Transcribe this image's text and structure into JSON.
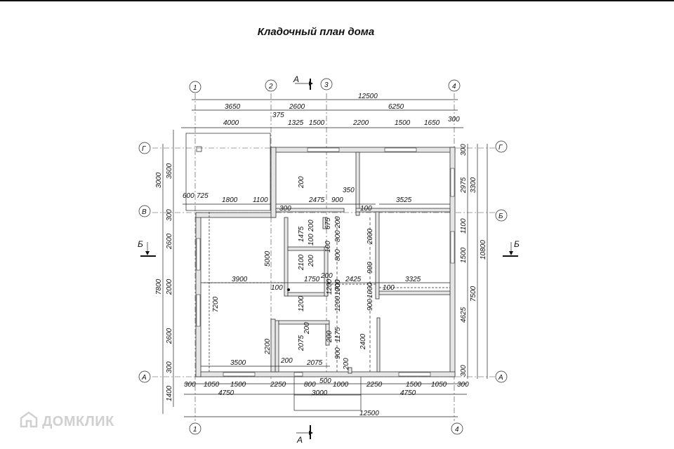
{
  "title": "Кладочный план дома",
  "axes": {
    "col": [
      "1",
      "2",
      "3",
      "4"
    ],
    "row": [
      "Г",
      "В",
      "Б",
      "А"
    ]
  },
  "sections": {
    "a": "А",
    "b": "Б"
  },
  "dims": {
    "top1": [
      "12500"
    ],
    "top2": [
      "3650",
      "2600",
      "6250",
      "375"
    ],
    "top3": [
      "4000",
      "1325",
      "1500",
      "2200",
      "1500",
      "1650",
      "300"
    ],
    "bottom1": [
      "300",
      "1050",
      "1500",
      "2250",
      "800",
      "500",
      "1000",
      "2250",
      "1500",
      "1050",
      "300"
    ],
    "bottom2": [
      "4750",
      "3000",
      "4750"
    ],
    "bottom3": [
      "12500"
    ],
    "left": [
      "3000",
      "3600",
      "300",
      "2600",
      "7800",
      "2000",
      "2600",
      "300",
      "1400"
    ],
    "right": [
      "300",
      "2975",
      "3300",
      "1100",
      "1500",
      "10800",
      "7500",
      "4625",
      "300"
    ],
    "interior": [
      "600",
      "725",
      "1800",
      "1100",
      "300",
      "200",
      "2475",
      "900",
      "350",
      "3525",
      "100",
      "200",
      "1475",
      "100",
      "5000",
      "800",
      "200",
      "2000",
      "2100",
      "200",
      "675",
      "100",
      "800",
      "900",
      "3900",
      "1750",
      "200",
      "2425",
      "3325",
      "100",
      "100",
      "700",
      "1000",
      "1200",
      "7200",
      "1200",
      "900",
      "200",
      "1200",
      "2075",
      "1175",
      "2400",
      "200",
      "2200",
      "3500",
      "200",
      "2075",
      "900",
      "200",
      "1000"
    ]
  },
  "watermark": "ДОМКЛИК"
}
